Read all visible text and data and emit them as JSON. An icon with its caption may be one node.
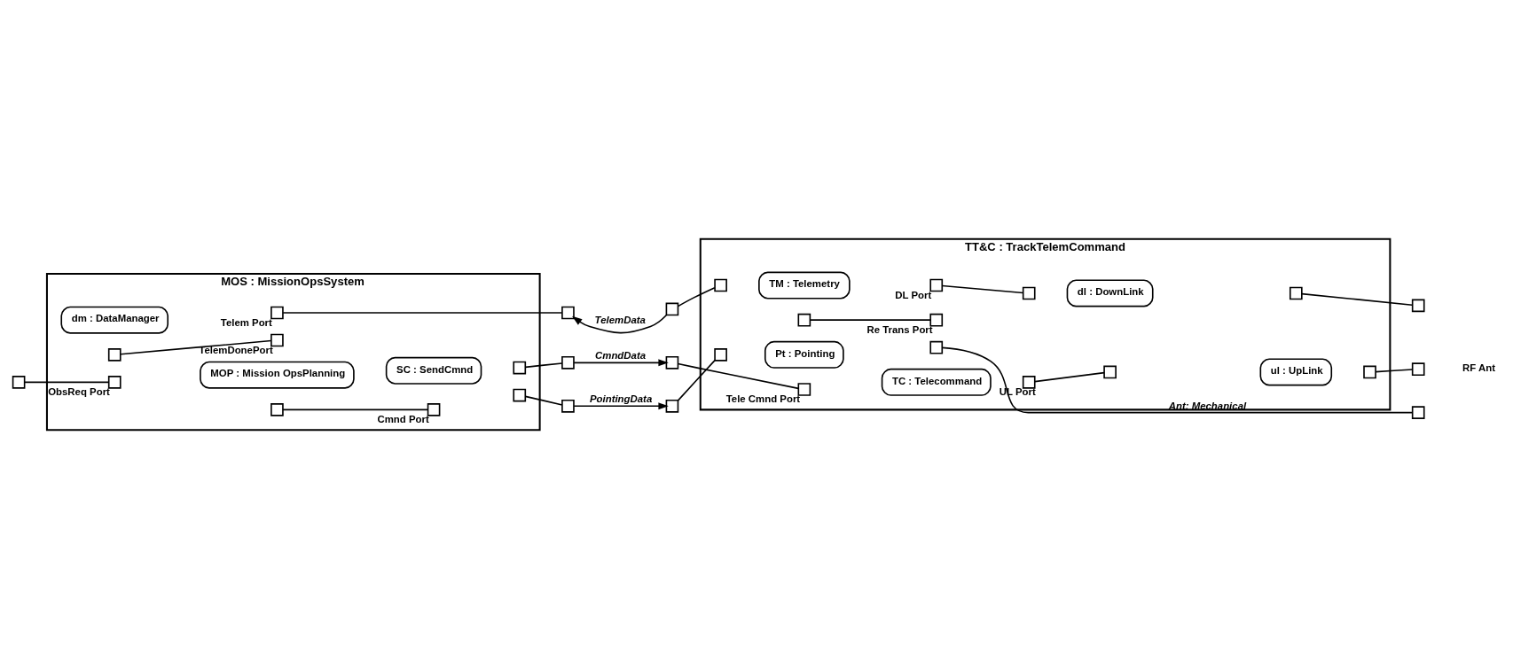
{
  "diagram": {
    "nodes": [
      {
        "text": [
          "MOS : MissionOpsSystem"
        ]
      },
      {
        "text": [
          "dm : DataManager"
        ],
        "in": 0
      },
      {
        "text": [
          "MOP : Mission OpsPlanning"
        ],
        "in": 0
      },
      {
        "text": [
          "SC : SendCmnd"
        ],
        "in": 0
      },
      {
        "text": [
          "TT&C : TrackTelemCommand"
        ]
      },
      {
        "text": [
          "TM : Telemetry"
        ],
        "in": 4
      },
      {
        "text": [
          "dl : DownLink"
        ],
        "in": 4
      },
      {
        "text": [
          "TC : Telecommand"
        ],
        "in": 4
      },
      {
        "text": [
          "ul : UpLink"
        ],
        "in": 4
      },
      {
        "text": [
          "Pt : Pointing"
        ],
        "in": 4
      },
      {
        "text": [],
        "shape": "box",
        "in": 0,
        "beside": [
          "Telem Port"
        ]
      },
      {
        "text": [],
        "shape": "box",
        "in": 0
      },
      {
        "text": [],
        "shape": "box",
        "in": 0,
        "beside": [
          "TelemDonePort"
        ]
      },
      {
        "text": [],
        "shape": "box",
        "in": 0,
        "beside": [
          "ObsReq Port"
        ]
      },
      {
        "text": [],
        "shape": "box",
        "in": 0
      },
      {
        "text": [],
        "shape": "box",
        "in": 0,
        "beside": [
          "Cmnd Port"
        ]
      },
      {
        "text": [],
        "shape": "box",
        "in": 0
      },
      {
        "text": [],
        "shape": "box",
        "in": 0
      },
      {
        "text": [],
        "shape": "box"
      },
      {
        "text": [],
        "shape": "box"
      },
      {
        "text": [],
        "shape": "box"
      },
      {
        "text": [],
        "shape": "box"
      },
      {
        "text": [],
        "shape": "box"
      },
      {
        "text": [],
        "shape": "box"
      },
      {
        "text": [],
        "shape": "box"
      },
      {
        "text": [],
        "shape": "box",
        "in": 4
      },
      {
        "text": [],
        "shape": "box",
        "in": 4,
        "beside": [
          "DL Port"
        ]
      },
      {
        "text": [],
        "shape": "box",
        "in": 4
      },
      {
        "text": [],
        "shape": "box",
        "in": 4
      },
      {
        "text": [],
        "shape": "box",
        "in": 4
      },
      {
        "text": [],
        "shape": "box",
        "in": 4,
        "beside": [
          "Re Trans Port"
        ]
      },
      {
        "text": [],
        "shape": "box",
        "in": 4,
        "beside": [
          "Tele Cmnd Port"
        ]
      },
      {
        "text": [],
        "shape": "box",
        "in": 4,
        "beside": [
          "UL Port"
        ]
      },
      {
        "text": [],
        "shape": "box",
        "in": 4
      },
      {
        "text": [],
        "shape": "box",
        "in": 4
      },
      {
        "text": [],
        "shape": "box",
        "in": 4
      },
      {
        "text": [],
        "shape": "box",
        "in": 4
      },
      {
        "text": [],
        "shape": "box"
      },
      {
        "text": [],
        "shape": "box"
      },
      {
        "text": [],
        "shape": "box"
      }
    ],
    "edges": [
      {
        "from": 10,
        "to": 19,
        "arrow": "none"
      },
      {
        "from": 11,
        "to": 12,
        "arrow": "none"
      },
      {
        "from": 18,
        "to": 13,
        "arrow": "none"
      },
      {
        "from": 14,
        "to": 15,
        "arrow": "none"
      },
      {
        "from": 16,
        "to": 20,
        "arrow": "none"
      },
      {
        "from": 17,
        "to": 21,
        "arrow": "none"
      },
      {
        "from": 22,
        "to": 19,
        "arrow": "to",
        "label": "TelemData"
      },
      {
        "from": 20,
        "to": 23,
        "arrow": "to",
        "label": "CmndData"
      },
      {
        "from": 21,
        "to": 24,
        "arrow": "to",
        "label": "PointingData"
      },
      {
        "from": 25,
        "to": 22,
        "arrow": "none"
      },
      {
        "from": 26,
        "to": 28,
        "arrow": "none"
      },
      {
        "from": 27,
        "to": 30,
        "arrow": "none"
      },
      {
        "from": 23,
        "to": 31,
        "arrow": "none"
      },
      {
        "from": 32,
        "to": 33,
        "arrow": "none"
      },
      {
        "from": 29,
        "to": 37,
        "arrow": "none"
      },
      {
        "from": 34,
        "to": 38,
        "arrow": "none"
      },
      {
        "from": 24,
        "to": 35,
        "arrow": "none"
      },
      {
        "from": 36,
        "to": 39,
        "arrow": "none",
        "label": "Ant: Mechanical"
      }
    ],
    "labels": [
      "RF Ant"
    ]
  }
}
